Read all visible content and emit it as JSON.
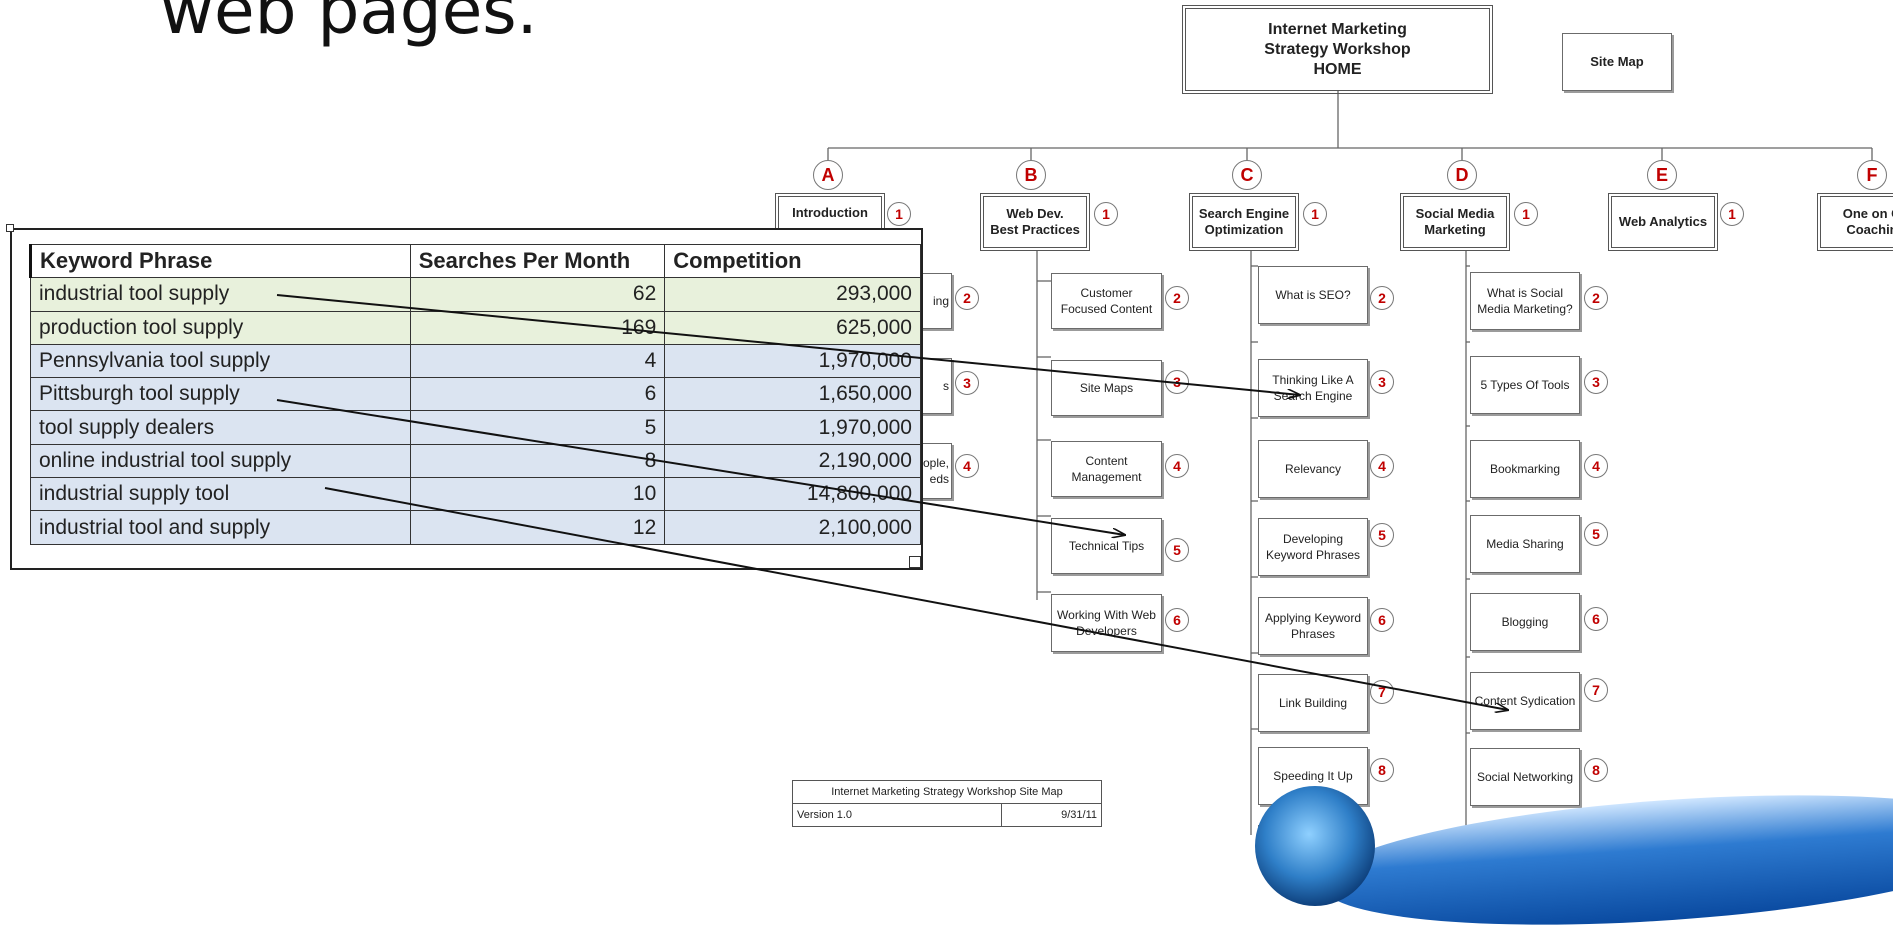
{
  "heading": "web pages.",
  "home": {
    "line1": "Internet Marketing",
    "line2": "Strategy Workshop",
    "line3": "HOME"
  },
  "site_map": "Site Map",
  "sections": [
    {
      "letter": "A",
      "title_line1": "Introduction",
      "title_line2": "",
      "num": "1",
      "items": [
        {
          "label": "ing",
          "num": "2"
        },
        {
          "label": "s",
          "num": "3"
        },
        {
          "label": "ople,\neds",
          "num": "4"
        }
      ]
    },
    {
      "letter": "B",
      "title_line1": "Web Dev.",
      "title_line2": "Best Practices",
      "num": "1",
      "items": [
        {
          "label": "Customer\nFocused Content",
          "num": "2"
        },
        {
          "label": "Site Maps",
          "num": "3"
        },
        {
          "label": "Content\nManagement",
          "num": "4"
        },
        {
          "label": "Technical Tips",
          "num": "5"
        },
        {
          "label": "Working With Web\nDevelopers",
          "num": "6"
        }
      ]
    },
    {
      "letter": "C",
      "title_line1": "Search Engine",
      "title_line2": "Optimization",
      "num": "1",
      "items": [
        {
          "label": "What is SEO?",
          "num": "2"
        },
        {
          "label": "Thinking Like A\nSearch Engine",
          "num": "3"
        },
        {
          "label": "Relevancy",
          "num": "4"
        },
        {
          "label": "Developing\nKeyword Phrases",
          "num": "5"
        },
        {
          "label": "Applying Keyword\nPhrases",
          "num": "6"
        },
        {
          "label": "Link Building",
          "num": "7"
        },
        {
          "label": "Speeding It Up",
          "num": "8"
        }
      ]
    },
    {
      "letter": "D",
      "title_line1": "Social Media",
      "title_line2": "Marketing",
      "num": "1",
      "items": [
        {
          "label": "What is Social\nMedia Marketing?",
          "num": "2"
        },
        {
          "label": "5 Types Of Tools",
          "num": "3"
        },
        {
          "label": "Bookmarking",
          "num": "4"
        },
        {
          "label": "Media Sharing",
          "num": "5"
        },
        {
          "label": "Blogging",
          "num": "6"
        },
        {
          "label": "Content Sydication",
          "num": "7"
        },
        {
          "label": "Social Networking",
          "num": "8"
        }
      ]
    },
    {
      "letter": "E",
      "title_line1": "Web Analytics",
      "title_line2": "",
      "num": "1",
      "items": []
    },
    {
      "letter": "F",
      "title_line1": "One on O",
      "title_line2": "Coachin",
      "num": "",
      "items": []
    }
  ],
  "keyword_table": {
    "headers": [
      "Keyword Phrase",
      "Searches Per Month",
      "Competition"
    ],
    "rows": [
      {
        "phrase": "industrial tool supply",
        "searches": "62",
        "competition": "293,000"
      },
      {
        "phrase": "production tool supply",
        "searches": "169",
        "competition": "625,000"
      },
      {
        "phrase": "Pennsylvania tool supply",
        "searches": "4",
        "competition": "1,970,000"
      },
      {
        "phrase": "Pittsburgh tool supply",
        "searches": "6",
        "competition": "1,650,000"
      },
      {
        "phrase": "tool supply dealers",
        "searches": "5",
        "competition": "1,970,000"
      },
      {
        "phrase": "online industrial tool supply",
        "searches": "8",
        "competition": "2,190,000"
      },
      {
        "phrase": "industrial supply tool",
        "searches": "10",
        "competition": "14,800,000"
      },
      {
        "phrase": "industrial tool and supply",
        "searches": "12",
        "competition": "2,100,000"
      }
    ]
  },
  "sitemap_table": {
    "title": "Internet Marketing Strategy Workshop Site Map",
    "version": "Version 1.0",
    "date": "9/31/11"
  }
}
